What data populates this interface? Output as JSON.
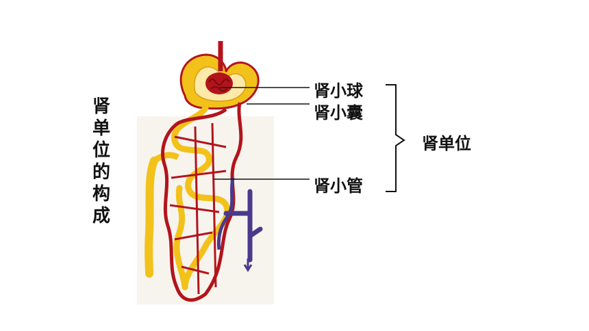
{
  "vertical_title": "肾单位的构成",
  "labels": {
    "glomerulus": "肾小球",
    "capsule": "肾小囊",
    "tubule": "肾小管",
    "nephron": "肾单位"
  },
  "colors": {
    "artery_red": "#b3141b",
    "tubule_yellow": "#f2c21b",
    "vein_purple": "#4a3a8c",
    "line_black": "#111111"
  }
}
